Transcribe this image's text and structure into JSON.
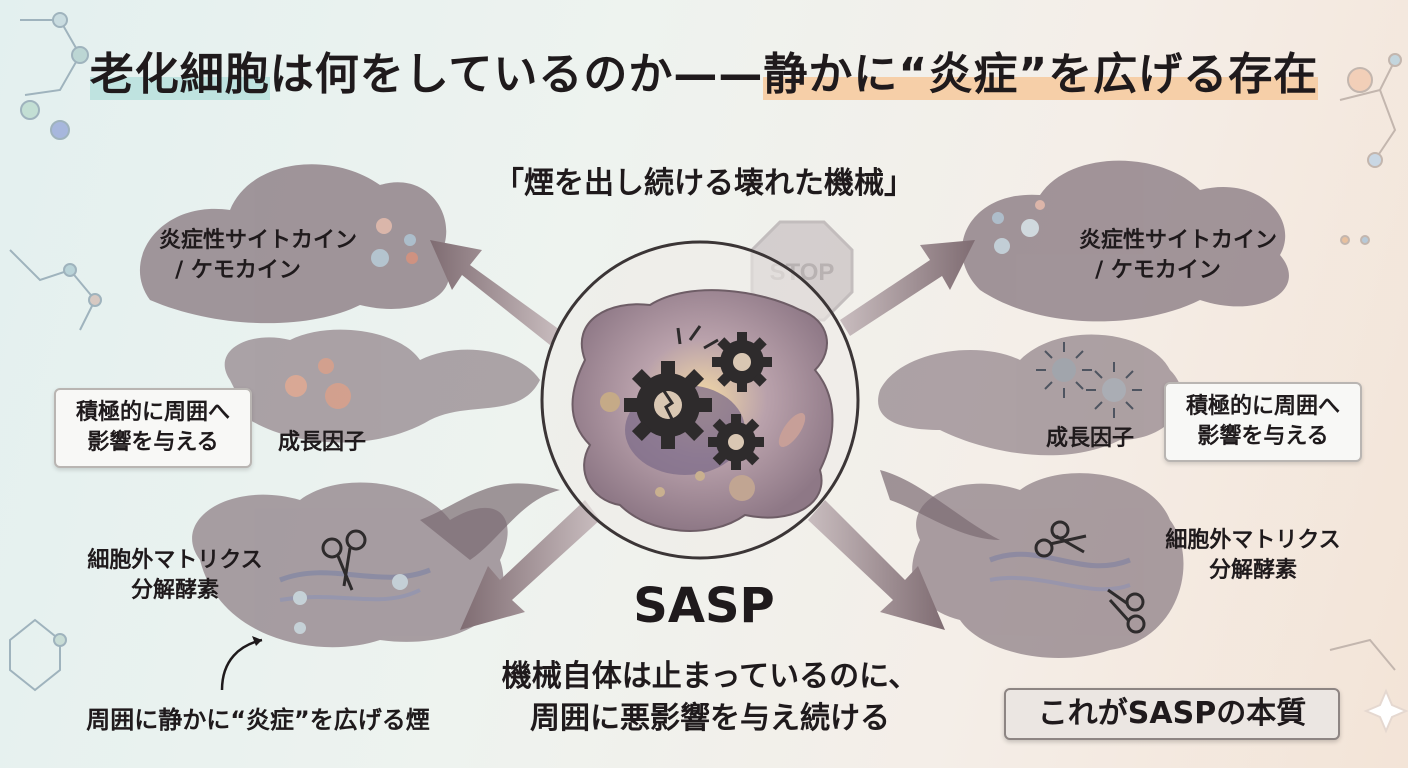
{
  "title": {
    "part1": "老化細胞",
    "part2": "は何をしているのか——",
    "part3": "静かに“炎症”を広げる存在"
  },
  "subtitle": "「煙を出し続ける壊れた機械」",
  "stop_sign": "STOP",
  "center_label": "SASP",
  "left": {
    "cytokine": [
      "炎症性サイトカイン",
      "/ ケモカイン"
    ],
    "growth_factor": "成長因子",
    "active_box": [
      "積極的に周囲へ",
      "影響を与える"
    ],
    "matrix": [
      "細胞外マトリクス",
      "分解酵素"
    ],
    "smoke_caption": "周囲に静かに“炎症”を広げる煙"
  },
  "right": {
    "cytokine": [
      "炎症性サイトカイン",
      "/ ケモカイン"
    ],
    "growth_factor": "成長因子",
    "active_box": [
      "積極的に周囲へ",
      "影響を与える"
    ],
    "matrix": [
      "細胞外マトリクス",
      "分解酵素"
    ]
  },
  "bottom_center": [
    "機械自体は止まっているのに、",
    "周囲に悪影響を与え続ける"
  ],
  "essence": "これがSASPの本質",
  "colors": {
    "cloud": "#8f8087",
    "cloud_dark": "#7a6b72",
    "arrow": "#8e7c82",
    "cell": "#a18c98",
    "gear": "#2e2b2c",
    "highlight_teal": "#bfe3e0",
    "highlight_peach": "#f6cfa8"
  }
}
